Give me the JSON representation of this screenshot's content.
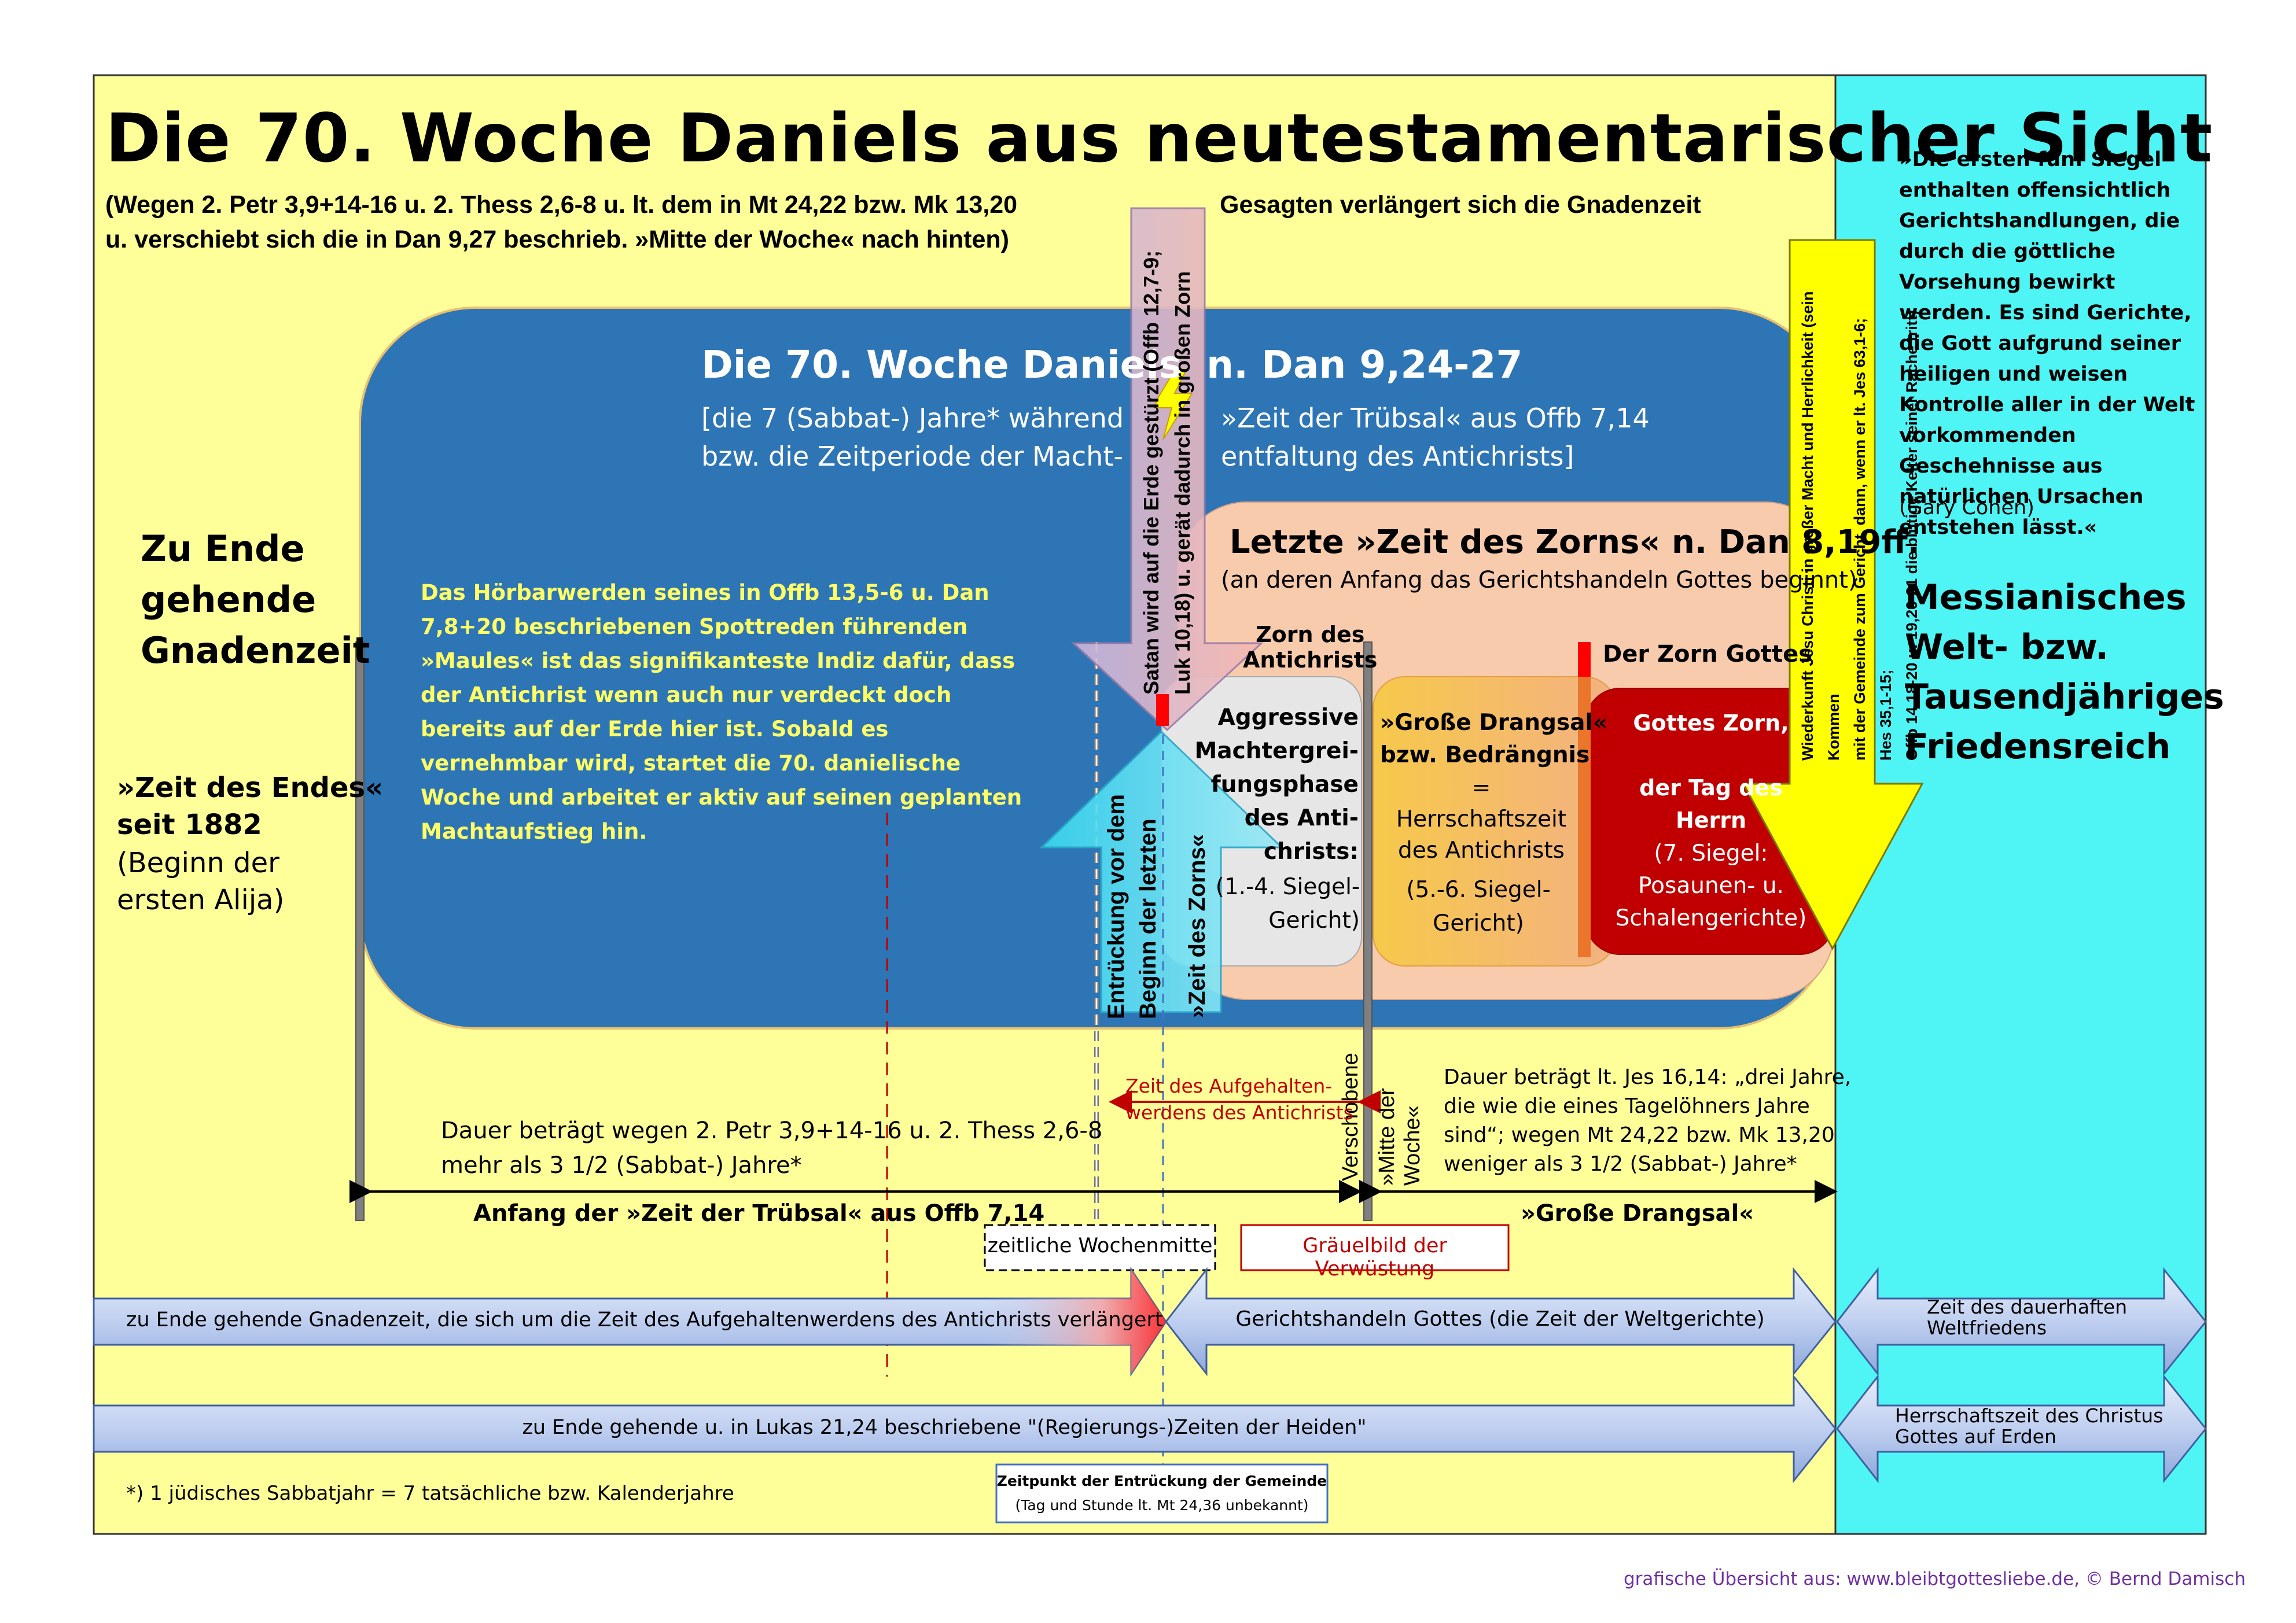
{
  "title": "Die 70. Woche Daniels aus neutestamentarischer Sicht",
  "subtitle_1a": "(Wegen 2. Petr 3,9+14-16 u. 2. Thess 2,6-8 u. lt. dem in Mt 24,22 bzw. Mk 13,20",
  "subtitle_1b": "Gesagten verlängert sich die Gnadenzeit",
  "subtitle_2": "u. verschiebt sich die in Dan 9,27 beschrieb. »Mitte der Woche« nach hinten)",
  "left": {
    "heading": "Zu Ende\ngehende\nGnadenzeit",
    "end_time": "»Zeit des Endes«\nseit 1882",
    "end_time_note": "(Beginn der\nersten Alija)"
  },
  "week": {
    "heading_a": "Die 70. Woche Daniels",
    "heading_b": "n. Dan 9,24-27",
    "desc_a": "[die 7 (Sabbat-) Jahre* während\nbzw. die Zeitperiode der Macht-",
    "desc_b": "»Zeit der Trübsal« aus Offb 7,14\nentfaltung des Antichrists]",
    "indicator": "Das Hörbarwerden seines in Offb 13,5-6 u. Dan 7,8+20 beschriebenen Spottreden führenden »Maules« ist das signifikanteste Indiz dafür, dass der Antichrist wenn auch nur verdeckt doch bereits auf der Erde hier ist. Sobald es vernehmbar wird, startet die 70. danielische Woche und arbeitet er aktiv auf seinen geplanten Machtaufstieg hin."
  },
  "wrath_zone": {
    "heading": "Letzte »Zeit des Zorns« n. Dan 8,19ff.",
    "note": "(an deren Anfang das Gerichtshandeln Gottes beginnt)",
    "antichrist_wrath": "Zorn des\nAntichrists",
    "god_wrath_label": "Der Zorn Gottes",
    "phase1_title": "Aggressive\nMachtergrei-\nfungsphase\ndes Anti-\nchrists:",
    "phase1_note": "(1.-4. Siegel-\nGericht)",
    "phase2_title": "»Große Drangsal«\nbzw. Bedrängnis",
    "phase2_desc": "= Herrschaftszeit\ndes Antichrists",
    "phase2_note": "(5.-6. Siegel-\nGericht)",
    "phase3_title": "Gottes Zorn,\n\nder Tag des\nHerrn",
    "phase3_note": "(7. Siegel:\nPosaunen- u.\nSchalengerichte)"
  },
  "arrows": {
    "satan": "Satan wird auf die Erde gestürzt (Offb 12,7-9;\nLuk 10,18) u. gerät dadurch in großen Zorn",
    "rapture_a": "Entrückung vor dem\nBeginn der letzten",
    "rapture_b": "»Zeit des Zorns«",
    "second_coming": "Wiederkunft Jesu Christi in großer Macht und Herrlichkeit (sein Kommen\nmit der Gemeinde zum Gericht, dann, wenn er lt. Jes 63,1-6; Hes 35,1-15;\nOffb 14,18-20 u. 19,20-21 die blutige Kelter seiner Rache tritt)",
    "shifted_mid": "Verschobene",
    "mid_week": "»Mitte der\nWoche«"
  },
  "timeline": {
    "duration_left": "Dauer beträgt wegen 2. Petr 3,9+14-16 u. 2. Thess 2,6-8\nmehr als 3 1/2 (Sabbat-) Jahre*",
    "restraint": "Zeit des Aufgehalten-\nwerdens des Antichrists",
    "duration_right": "Dauer beträgt lt. Jes 16,14: „drei Jahre,\ndie wie die eines Tagelöhners Jahre\nsind“; wegen Mt 24,22 bzw. Mk 13,20\nweniger als 3 1/2 (Sabbat-) Jahre*",
    "start_tribulation": "Anfang der »Zeit der Trübsal« aus Offb 7,14",
    "great_tribulation": "»Große Drangsal«",
    "temporal_mid": "zeitliche Wochenmitte",
    "abomination": "Gräuelbild der Verwüstung"
  },
  "bands": {
    "grace": "zu Ende gehende Gnadenzeit, die sich um die Zeit des Aufgehaltenwerdens des Antichrists verlängert",
    "judgment": "Gerichtshandeln Gottes (die Zeit der Weltgerichte)",
    "peace": "Zeit des dauerhaften\nWeltfriedens",
    "gentiles": "zu Ende gehende u. in Lukas 21,24 beschriebene \"(Regierungs-)Zeiten der Heiden\"",
    "christ_rule": "Herrschaftszeit des Christus\nGottes auf Erden"
  },
  "footnote": "*)   1 jüdisches Sabbatjahr  =  7 tatsächliche bzw. Kalenderjahre",
  "rapture_box": {
    "title": "Zeitpunkt der Entrückung der Gemeinde",
    "note": "(Tag und Stunde lt. Mt 24,36 unbekannt)"
  },
  "right": {
    "quote": "»Die ersten fünf Siegel enthalten offensichtlich Gerichtshandlungen, die durch die göttliche Vorsehung bewirkt werden. Es sind Gerichte, die Gott aufgrund seiner heiligen und weisen Kontrolle aller in der Welt vorkommenden Geschehnisse aus natürlichen Ursachen entstehen lässt.«",
    "quote_author": "(Gary Cohen)",
    "kingdom": "Messianisches\nWelt- bzw.\nTausendjähriges\nFriedensreich"
  },
  "credit": "grafische Übersicht aus: www.bleibtgottesliebe.de, © Bernd Damisch",
  "colors": {
    "panel_yellow": "#ffff99",
    "panel_cyan": "#4ff5f5",
    "week_blue": "#2e75b6",
    "wrath_peach": "#f8cbad",
    "god_red": "#c00000",
    "indicator_text": "#ffff66",
    "credit_purple": "#7030a0"
  }
}
